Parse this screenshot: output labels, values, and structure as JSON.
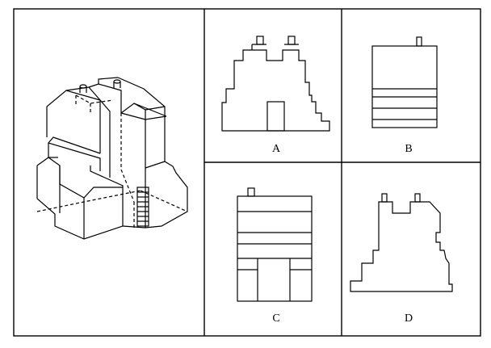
{
  "options": [
    {
      "id": "A",
      "label": "A"
    },
    {
      "id": "B",
      "label": "B"
    },
    {
      "id": "C",
      "label": "C"
    },
    {
      "id": "D",
      "label": "D"
    }
  ],
  "colors": {
    "ink": "#000000",
    "background": "#ffffff"
  }
}
